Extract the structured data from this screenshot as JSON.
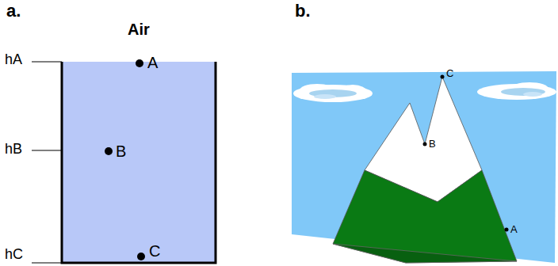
{
  "diagram": {
    "labels": [
      "a.",
      "b.",
      "Air",
      "hA",
      "hB",
      "hC",
      "A",
      "B",
      "C",
      "C",
      "B",
      "A"
    ]
  }
}
